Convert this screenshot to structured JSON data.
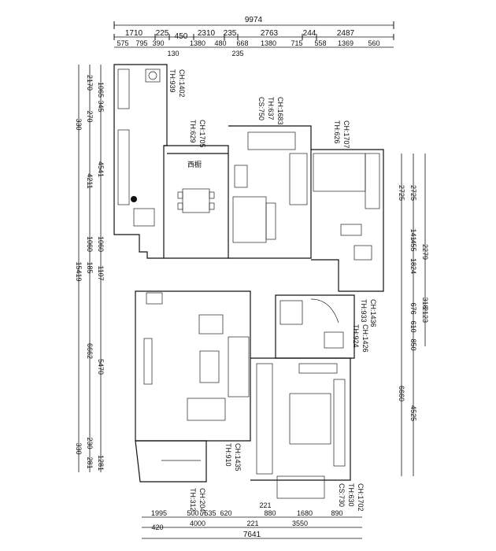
{
  "plan": {
    "total_width_top": "9974",
    "total_width_bottom": "7641",
    "top_row1": [
      "1710",
      "225",
      "450",
      "2310",
      "235",
      "2763",
      "244",
      "2487"
    ],
    "top_row2": [
      "575",
      "795",
      "390",
      "130",
      "1380",
      "480",
      "668",
      "235",
      "1380",
      "715",
      "558",
      "1369",
      "560"
    ],
    "bottom_row1": [
      "1995",
      "500",
      "535",
      "620",
      "221",
      "880",
      "1680",
      "890"
    ],
    "bottom_row2": [
      "420",
      "4000",
      "221",
      "3550"
    ],
    "left_outer": [
      "330",
      "15419",
      "330"
    ],
    "left_mid": [
      "2170",
      "270",
      "4211",
      "1060",
      "185",
      "6662",
      "230",
      "281"
    ],
    "left_inner": [
      "1065",
      "345",
      "4541",
      "1060",
      "1107",
      "5470",
      "1281"
    ],
    "right_outer": [
      "2725",
      "2123"
    ],
    "right_mid": [
      "2725",
      "141",
      "2279",
      "318",
      "6660"
    ],
    "right_inner": [
      "455",
      "1824",
      "676",
      "610",
      "850",
      "4525"
    ],
    "room_labels": {
      "kitchen_window": [
        "CH:1402",
        "TH:939"
      ],
      "dining_window": [
        "CH:1705",
        "TH:629"
      ],
      "bedroom2_window": [
        "CH:1683",
        "TH:637",
        "CS:750"
      ],
      "bedroom3_window": [
        "CH:1707",
        "TH:626"
      ],
      "bath_window": [
        "CH:1436",
        "TH:933"
      ],
      "bath_door": [
        "CH:1426",
        "TH:924"
      ],
      "living_window": [
        "CH:1435",
        "TH:910"
      ],
      "balcony_window": [
        "CH:2045",
        "TH:312"
      ],
      "master_window": [
        "CH:1702",
        "TH:630",
        "CS:730"
      ]
    },
    "cabinet_text": "西橱"
  }
}
